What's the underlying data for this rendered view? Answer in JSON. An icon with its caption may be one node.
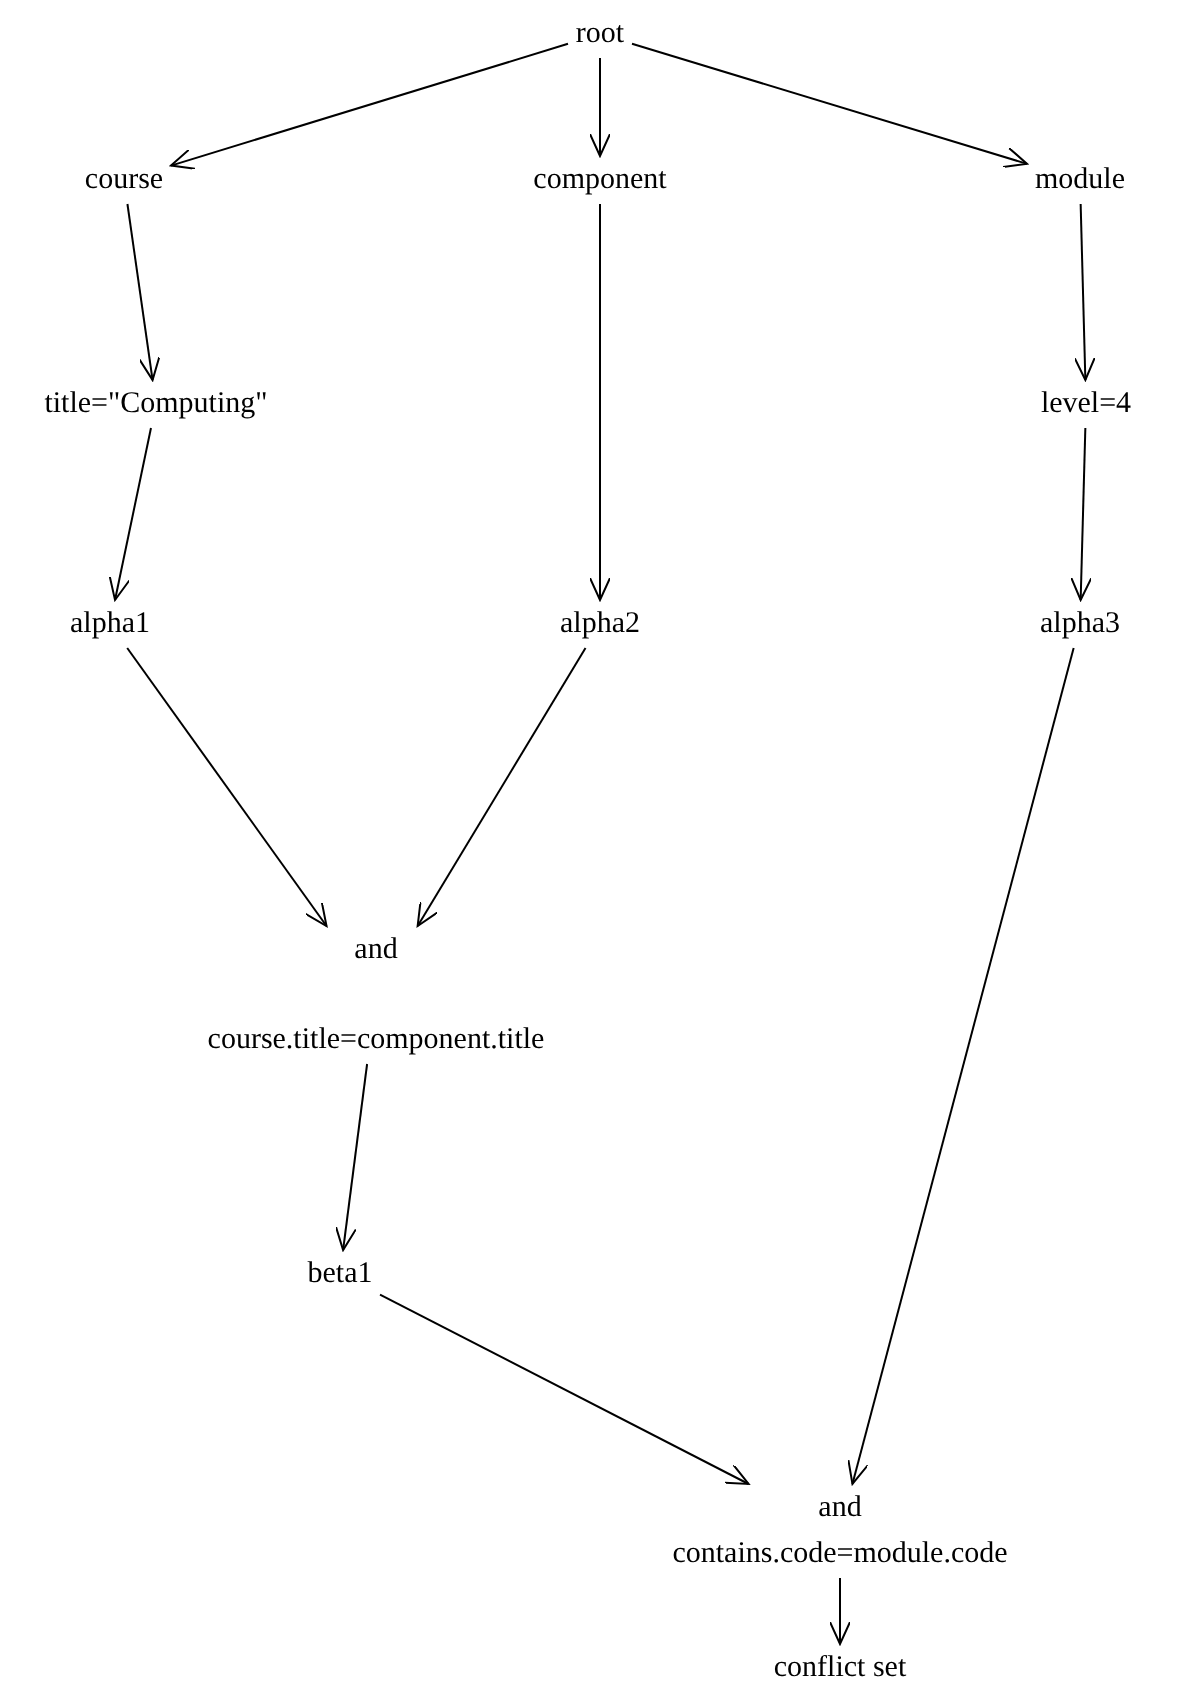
{
  "diagram": {
    "nodes": [
      {
        "text": [
          "root"
        ]
      },
      {
        "text": [
          "course"
        ]
      },
      {
        "text": [
          "component"
        ]
      },
      {
        "text": [
          "module"
        ]
      },
      {
        "text": [
          "title=\"Computing\""
        ]
      },
      {
        "text": [
          "level=4"
        ]
      },
      {
        "text": [
          "alpha1"
        ]
      },
      {
        "text": [
          "alpha2"
        ]
      },
      {
        "text": [
          "alpha3"
        ]
      },
      {
        "text": [
          "and",
          "course.title=component.title"
        ]
      },
      {
        "text": [
          "beta1"
        ]
      },
      {
        "text": [
          "and",
          "contains.code=module.code"
        ]
      },
      {
        "text": [
          "conflict set"
        ]
      }
    ],
    "edges": [
      {
        "from": 0,
        "to": 1,
        "arrow": "to"
      },
      {
        "from": 0,
        "to": 2,
        "arrow": "to"
      },
      {
        "from": 0,
        "to": 3,
        "arrow": "to"
      },
      {
        "from": 1,
        "to": 4,
        "arrow": "to"
      },
      {
        "from": 3,
        "to": 5,
        "arrow": "to"
      },
      {
        "from": 4,
        "to": 6,
        "arrow": "to"
      },
      {
        "from": 2,
        "to": 7,
        "arrow": "to"
      },
      {
        "from": 5,
        "to": 8,
        "arrow": "to"
      },
      {
        "from": 6,
        "to": 9,
        "arrow": "to"
      },
      {
        "from": 7,
        "to": 9,
        "arrow": "to"
      },
      {
        "from": 9,
        "to": 10,
        "arrow": "to"
      },
      {
        "from": 10,
        "to": 11,
        "arrow": "to"
      },
      {
        "from": 8,
        "to": 11,
        "arrow": "to"
      },
      {
        "from": 11,
        "to": 12,
        "arrow": "to"
      }
    ]
  }
}
